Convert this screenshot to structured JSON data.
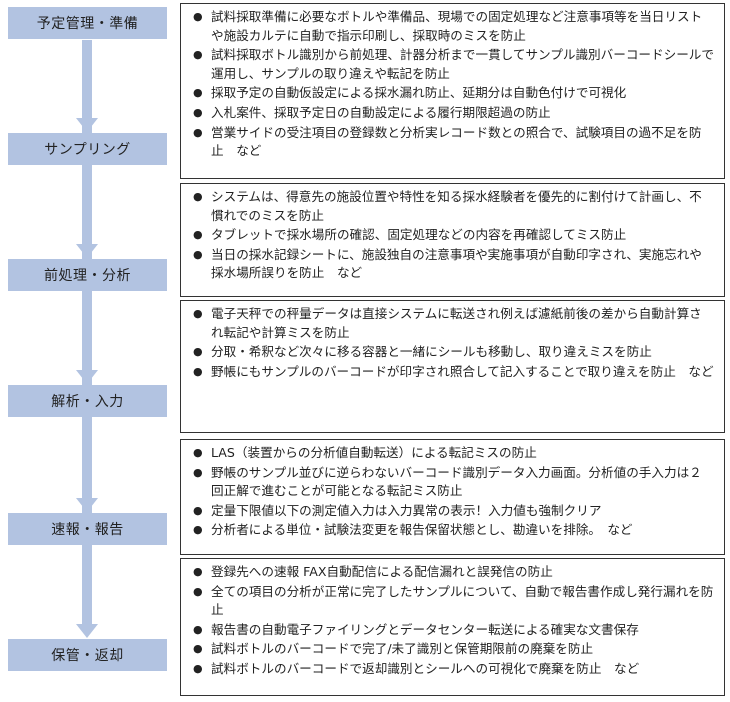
{
  "steps": [
    {
      "label": "予定管理・準備"
    },
    {
      "label": "サンプリング"
    },
    {
      "label": "前処理・分析"
    },
    {
      "label": "解析・入力"
    },
    {
      "label": "速報・報告"
    },
    {
      "label": "保管・返却"
    }
  ],
  "groups": [
    {
      "items": [
        "試料採取準備に必要なボトルや準備品、現場での固定処理など注意事項等を当日リストや施設カルテに自動で指示印刷し、採取時のミスを防止",
        "試料採取ボトル識別から前処理、計器分析まで一貫してサンプル識別バーコードシールで運用し、サンプルの取り違えや転記を防止",
        "採取予定の自動仮設定による採水漏れ防止、延期分は自動色付けで可視化",
        "入札案件、採取予定日の自動設定による履行期限超過の防止",
        "営業サイドの受注項目の登録数と分析実レコード数との照合で、試験項目の過不足を防止　など"
      ]
    },
    {
      "items": [
        "システムは、得意先の施設位置や特性を知る採水経験者を優先的に割付けて計画し、不慣れでのミスを防止",
        "タブレットで採水場所の確認、固定処理などの内容を再確認してミス防止",
        "当日の採水記録シートに、施設独自の注意事項や実施事項が自動印字され、実施忘れや採水場所誤りを防止　など"
      ]
    },
    {
      "items": [
        "電子天秤での秤量データは直接システムに転送され例えば濾紙前後の差から自動計算され転記や計算ミスを防止",
        "分取・希釈など次々に移る容器と一緒にシールも移動し、取り違えミスを防止",
        "野帳にもサンプルのバーコードが印字され照合して記入することで取り違えを防止　など"
      ]
    },
    {
      "items": [
        "LAS（装置からの分析値自動転送）による転記ミスの防止",
        "野帳のサンプル並びに逆らわないバーコード識別データ入力画面。分析値の手入力は２回正解で進むことが可能となる転記ミス防止",
        "定量下限値以下の測定値入力は入力異常の表示！入力値も強制クリア",
        "分析者による単位・試験法変更を報告保留状態とし、勘違いを排除。　など"
      ]
    },
    {
      "items": [
        "登録先への速報 FAX自動配信による配信漏れと誤発信の防止",
        "全ての項目の分析が正常に完了したサンプルについて、自動で報告書作成し発行漏れを防止",
        "報告書の自動電子ファイリングとデータセンター転送による確実な文書保存",
        "試料ボトルのバーコードで完了/未了識別と保管期限前の廃棄を防止",
        "試料ボトルのバーコードで返却識別とシールへの可視化で廃棄を防止　など"
      ]
    }
  ]
}
